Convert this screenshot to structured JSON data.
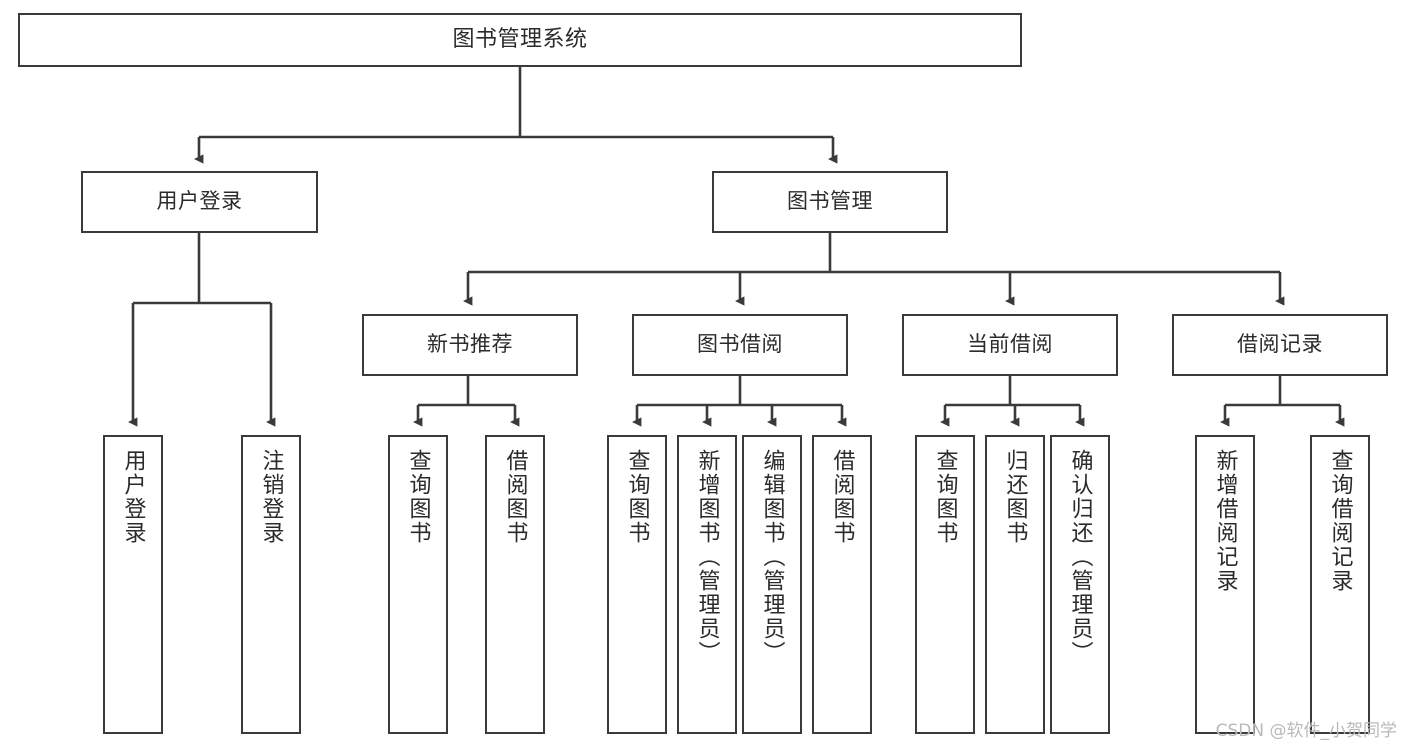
{
  "diagram": {
    "type": "tree-hierarchy",
    "title": "图书管理系统",
    "watermark": "CSDN @软件_小贺同学",
    "colors": {
      "stroke": "#3a3a3a",
      "fill": "#ffffff",
      "text": "#2b2b2b",
      "watermark": "#b9b9b9"
    },
    "nodes": {
      "root": {
        "label": "图书管理系统"
      },
      "level1": [
        {
          "label": "用户登录"
        },
        {
          "label": "图书管理"
        }
      ],
      "level2": [
        {
          "label": "新书推荐"
        },
        {
          "label": "图书借阅"
        },
        {
          "label": "当前借阅"
        },
        {
          "label": "借阅记录"
        }
      ],
      "leaves_user_login": [
        {
          "label": "用户登录"
        },
        {
          "label": "注销登录"
        }
      ],
      "leaves_new_books": [
        {
          "label": "查询图书"
        },
        {
          "label": "借阅图书"
        }
      ],
      "leaves_borrow": [
        {
          "label": "查询图书"
        },
        {
          "label": "新增图书（管理员）"
        },
        {
          "label": "编辑图书（管理员）"
        },
        {
          "label": "借阅图书"
        }
      ],
      "leaves_current": [
        {
          "label": "查询图书"
        },
        {
          "label": "归还图书"
        },
        {
          "label": "确认归还（管理员）"
        }
      ],
      "leaves_records": [
        {
          "label": "新增借阅记录"
        },
        {
          "label": "查询借阅记录"
        }
      ]
    }
  }
}
